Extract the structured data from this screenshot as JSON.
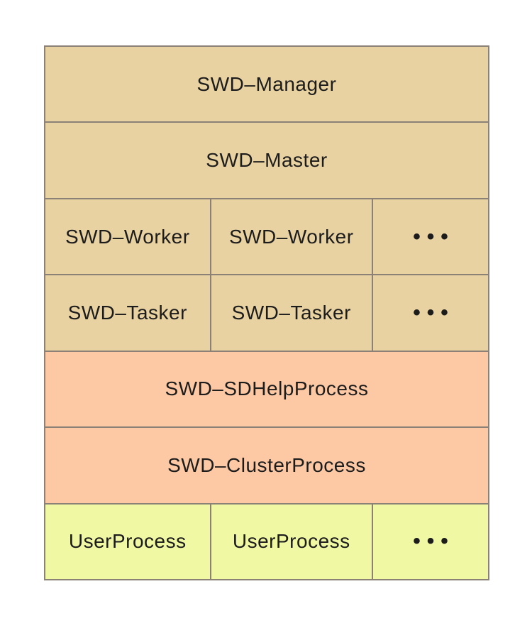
{
  "colors": {
    "cell_tan": "#e9d2a1",
    "cell_salmon": "#fdc9a4",
    "cell_yellow": "#f1f8a3",
    "border": "#8b8176",
    "text": "#1c1c1c",
    "page_bg": "#ffffff"
  },
  "rows": [
    {
      "type": "full",
      "label": "SWD–Manager"
    },
    {
      "type": "full",
      "label": "SWD–Master"
    },
    {
      "type": "split",
      "cells": [
        "SWD–Worker",
        "SWD–Worker",
        "•••"
      ]
    },
    {
      "type": "split",
      "cells": [
        "SWD–Tasker",
        "SWD–Tasker",
        "•••"
      ]
    },
    {
      "type": "full",
      "label": "SWD–SDHelpProcess"
    },
    {
      "type": "full",
      "label": "SWD–ClusterProcess"
    },
    {
      "type": "split",
      "cells": [
        "UserProcess",
        "UserProcess",
        "•••"
      ]
    }
  ]
}
